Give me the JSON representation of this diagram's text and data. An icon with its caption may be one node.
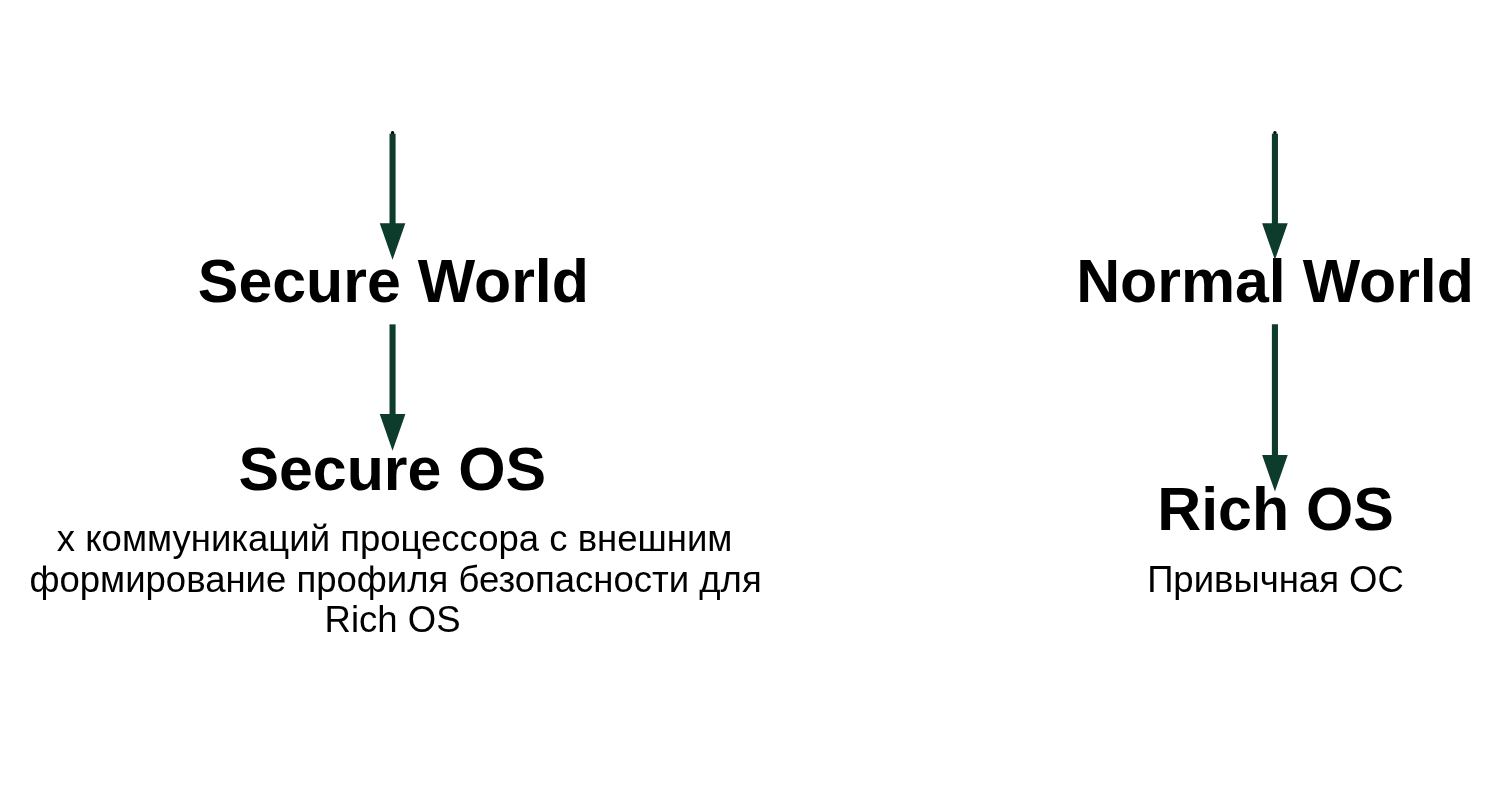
{
  "diagram": {
    "nodes": [
      {
        "text": [
          "Secure World"
        ]
      },
      {
        "text": [
          "Normal World"
        ]
      },
      {
        "text": [
          "Secure OS"
        ],
        "beside": [
          "х коммуникаций процессора с внешним формирование профиля безопасности для Rich OS"
        ]
      },
      {
        "text": [
          "Rich OS"
        ],
        "beside": [
          "Привычная ОС"
        ]
      }
    ],
    "edges": [
      {
        "from": null,
        "to": 0,
        "arrow": "to"
      },
      {
        "from": null,
        "to": 1,
        "arrow": "to"
      },
      {
        "from": 0,
        "to": 2,
        "arrow": "to"
      },
      {
        "from": 1,
        "to": 3,
        "arrow": "to"
      }
    ]
  }
}
